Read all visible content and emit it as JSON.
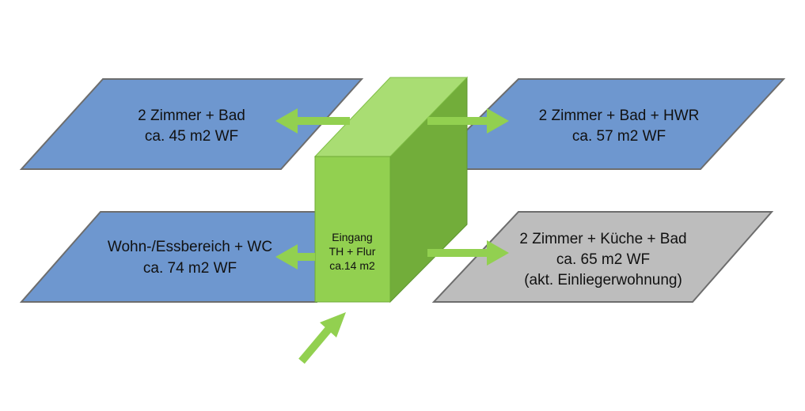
{
  "colors": {
    "blue_panel": "#6e97cf",
    "gray_panel": "#bdbdbd",
    "panel_border": "#6d6d6d",
    "green_front": "#92d050",
    "green_top": "#a9dd73",
    "green_side": "#72ad3a",
    "arrow_green": "#92d050"
  },
  "rooms": {
    "top_left": {
      "line1": "2 Zimmer + Bad",
      "line2": "ca. 45 m2 WF"
    },
    "top_right": {
      "line1": "2 Zimmer + Bad + HWR",
      "line2": "ca. 57 m2 WF"
    },
    "bottom_left": {
      "line1": "Wohn-/Essbereich + WC",
      "line2": "ca. 74 m2 WF"
    },
    "bottom_right": {
      "line1": "2 Zimmer + Küche + Bad",
      "line2": "ca. 65 m2 WF",
      "line3": "(akt. Einliegerwohnung)"
    }
  },
  "core": {
    "line1": "Eingang",
    "line2": "TH + Flur",
    "line3": "ca.14 m2"
  }
}
